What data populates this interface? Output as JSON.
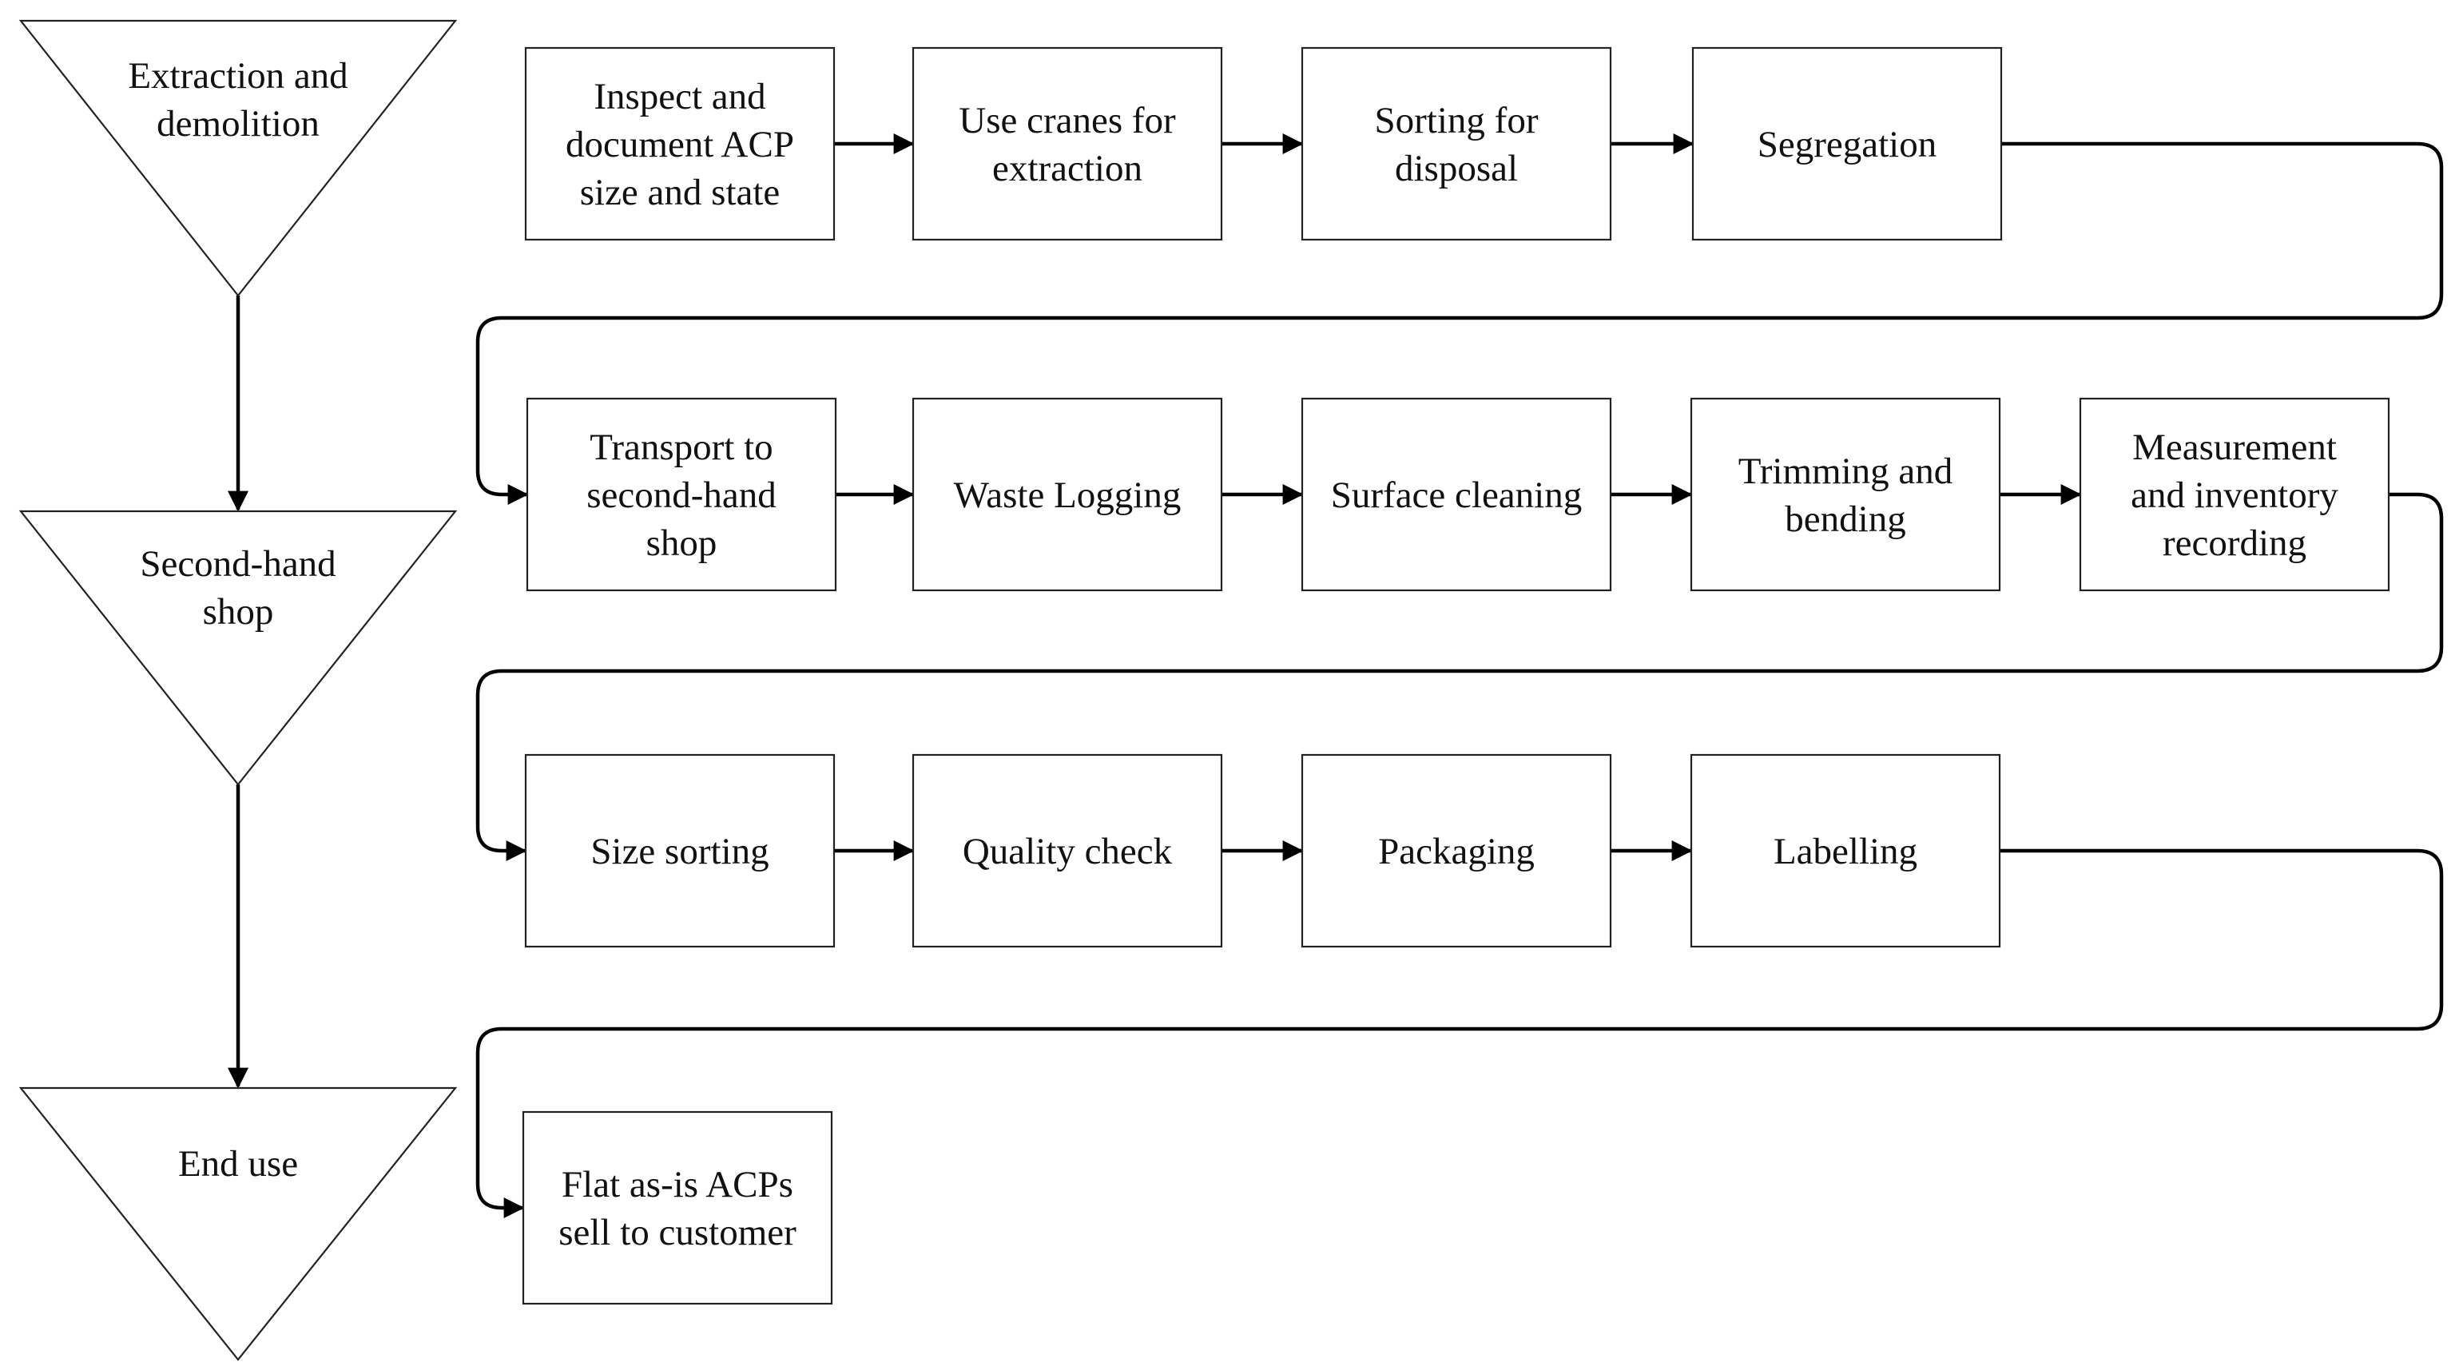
{
  "stages": [
    {
      "id": "extraction",
      "lines": [
        "Extraction and",
        "demolition"
      ]
    },
    {
      "id": "second-hand-shop",
      "lines": [
        "Second-hand",
        "shop"
      ]
    },
    {
      "id": "end-use",
      "lines": [
        "End use"
      ]
    }
  ],
  "rows": [
    [
      {
        "id": "inspect",
        "lines": [
          "Inspect and",
          "document ACP",
          "size and state"
        ]
      },
      {
        "id": "cranes",
        "lines": [
          "Use cranes for",
          "extraction"
        ]
      },
      {
        "id": "sorting-disposal",
        "lines": [
          "Sorting for",
          "disposal"
        ]
      },
      {
        "id": "segregation",
        "lines": [
          "Segregation"
        ]
      }
    ],
    [
      {
        "id": "transport",
        "lines": [
          "Transport to",
          "second-hand",
          "shop"
        ]
      },
      {
        "id": "waste-logging",
        "lines": [
          "Waste Logging"
        ]
      },
      {
        "id": "surface-cleaning",
        "lines": [
          "Surface cleaning"
        ]
      },
      {
        "id": "trimming",
        "lines": [
          "Trimming and",
          "bending"
        ]
      },
      {
        "id": "measurement",
        "lines": [
          "Measurement",
          "and inventory",
          "recording"
        ]
      }
    ],
    [
      {
        "id": "size-sorting",
        "lines": [
          "Size sorting"
        ]
      },
      {
        "id": "quality-check",
        "lines": [
          "Quality check"
        ]
      },
      {
        "id": "packaging",
        "lines": [
          "Packaging"
        ]
      },
      {
        "id": "labelling",
        "lines": [
          "Labelling"
        ]
      }
    ],
    [
      {
        "id": "flat-acps",
        "lines": [
          "Flat as-is ACPs",
          "sell to customer"
        ]
      }
    ]
  ],
  "colors": {
    "stroke": "#222222",
    "arrow": "#000000",
    "text": "#111111",
    "background": "#ffffff"
  }
}
